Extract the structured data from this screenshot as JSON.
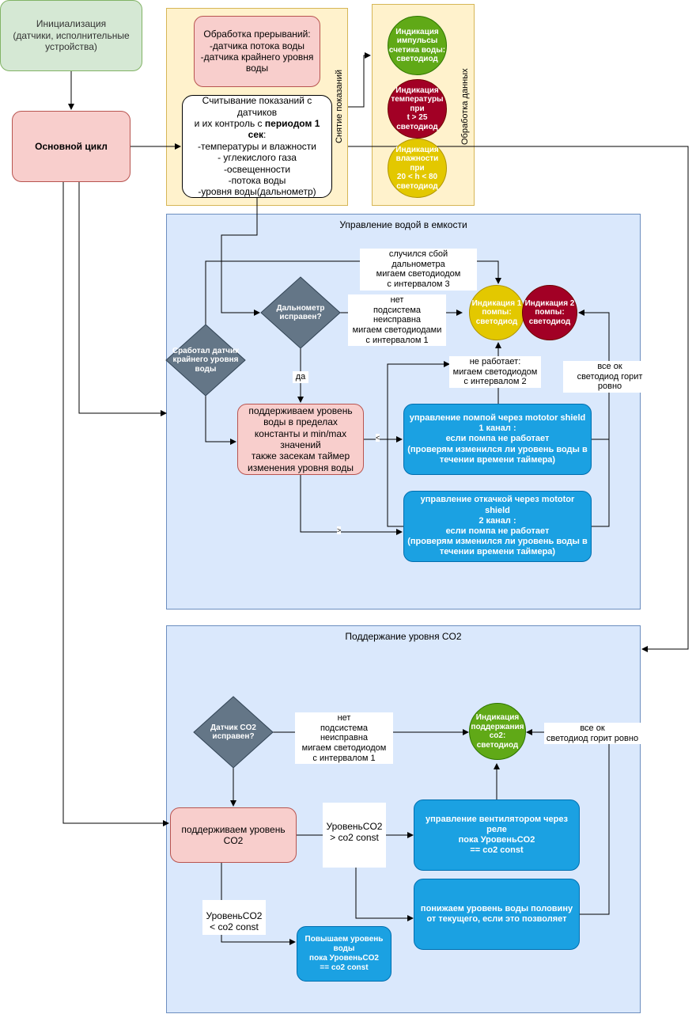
{
  "init": {
    "text": "Инициализация\n(датчики, исполнительные устройства)"
  },
  "main_loop": {
    "text": "Основной цикл"
  },
  "sensing": {
    "vertical_label": "Снятие показаний",
    "interrupts": "Обработка прерываний:\n-датчика потока воды\n-датчика крайнего уровня воды",
    "reading_pre": "Считывание показаний с датчиков\nи их контроль с ",
    "reading_bold": "периодом 1 сек",
    "reading_post": ":\n-температуры и влажности\n- углекислого газа\n-освещенности\n-потока воды\n-уровня воды(дальнометр)"
  },
  "processing": {
    "vertical_label": "Обработка данных",
    "ind_pulses": "Индикация импульсы счетика воды: светодиод",
    "ind_temp": "Индикация температуры при\nt > 25\nсветодиод",
    "ind_humidity": "Индикация влажности при\n20 < h < 80\nсветодиод"
  },
  "water": {
    "title": "Управление водой в емкости",
    "rangefinder_failed_label": "случился сбой дальнометра\nмигаем светодиодом\nс интервалом 3",
    "rangefinder_ok": "Дальнометр исправен?",
    "no_label": "нет\nподсистема неисправна\nмигаем светодиодами\nс интервалом 1",
    "ind_pump1": "Индикация 1 помпы: светодиод",
    "ind_pump2": "Индикация 2 помпы: светодиод",
    "level_sensor": "Сработал датчик крайнего уровня воды",
    "yes_label": "да",
    "not_working_label": "не работает:\nмигаем светодиодом\nс интервалом 2",
    "all_ok_label": "все ок\nсветодиод горит ровно",
    "maintain": "поддерживаем уровень воды в пределах константы и  min/max значений\nтакже засекам таймер изменения уровня воды",
    "lt_label": "<",
    "gt_label": ">",
    "pump1": "управление помпой через mototor shield\n1 канал :\nесли помпа не работает\n(проверям изменился ли уровень воды в течении времени таймера)",
    "pump2": "управление откачкой через mototor shield\n2 канал :\nесли помпа не работает\n(проверям изменился ли уровень воды в течении времени таймера)"
  },
  "co2": {
    "title": "Поддержание уровня CO2",
    "sensor_ok": "Датчик CO2 исправен?",
    "no_label": "нет\nподсистема неисправна\nмигаем светодиодом\nс интервалом 1",
    "ind_co2": "Индикация поддержания co2: светодиод",
    "all_ok_label": "все ок\nсветодиод горит ровно",
    "maintain": "поддерживаем уровень CO2",
    "gt_label": "УровеньCO2\n> co2 const",
    "lt_label": "УровеньCO2\n< co2 const",
    "fan": "управление вентилятором через реле\nпока  УровеньCO2\n== co2 const",
    "lower_water": "понижаем уровень воды половину от текущего, если это позволяет",
    "raise_water": "Повышаем  уровень воды\nпока  УровеньCO2\n== co2 const"
  },
  "colors": {
    "arrow": "#000000",
    "blue_area": "#dae8fc",
    "yellow_area": "#fff2cc",
    "pink": "#f8cecc",
    "green": "#d5e8d4",
    "diamond": "#647687",
    "blue_process": "#1ba1e2"
  }
}
